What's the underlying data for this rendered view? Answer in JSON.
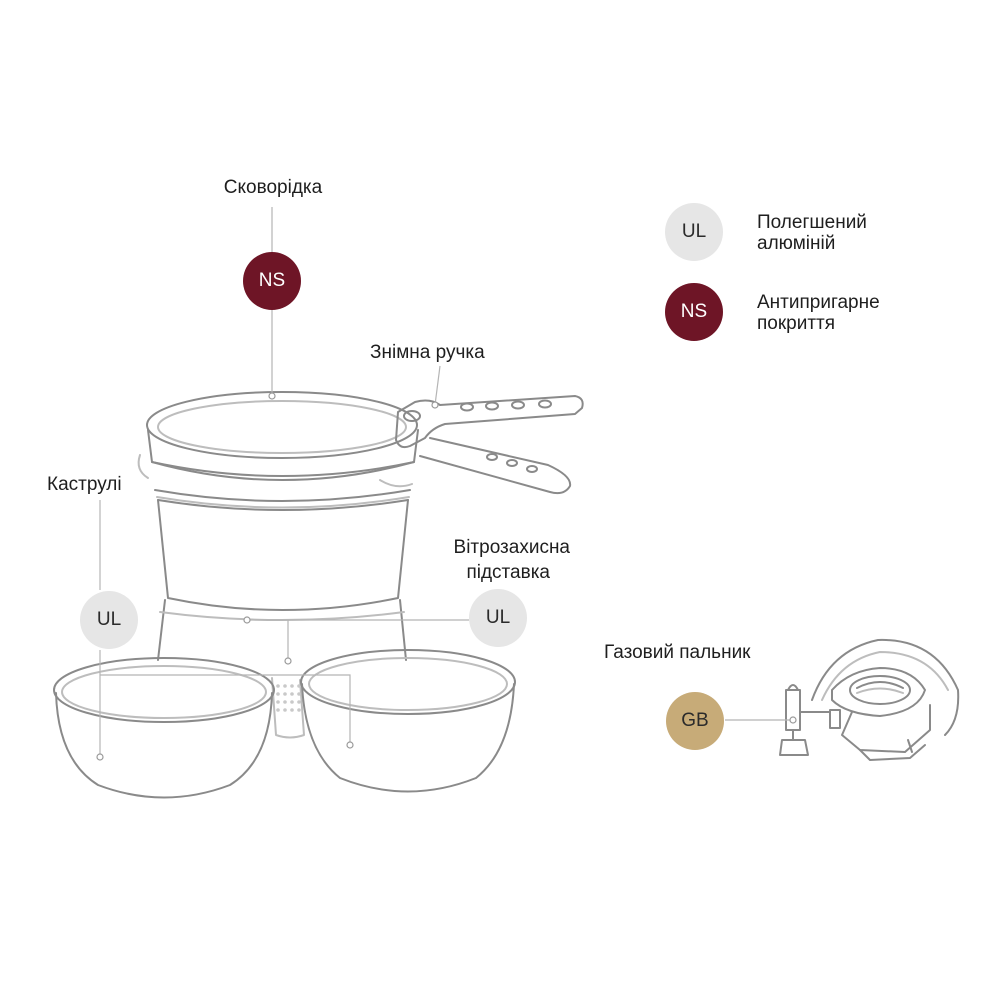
{
  "colors": {
    "ul_badge": "#e6e6e6",
    "ns_badge": "#6e1526",
    "gb_badge": "#c7ab78",
    "outline": "#8a8a8a",
    "leader_line": "#b5b5b5"
  },
  "callouts": {
    "frying_pan": {
      "label": "Сковорідка",
      "badge": "NS"
    },
    "handle": {
      "label": "Знімна ручка"
    },
    "pots": {
      "label": "Каструлі",
      "badge": "UL"
    },
    "windshield": {
      "label_line1": "Вітрозахисна",
      "label_line2": "підставка",
      "badge": "UL"
    },
    "gas_burner": {
      "label": "Газовий пальник",
      "badge": "GB"
    }
  },
  "legend": [
    {
      "badge": "UL",
      "line1": "Полегшений",
      "line2": "алюміній"
    },
    {
      "badge": "NS",
      "line1": "Антипригарне",
      "line2": "покриття"
    }
  ]
}
